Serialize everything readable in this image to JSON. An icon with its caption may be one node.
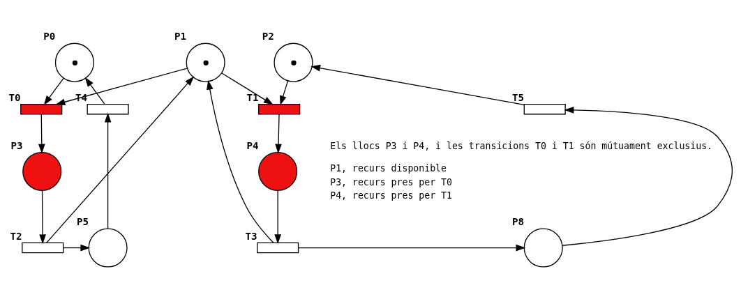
{
  "diagram": {
    "nodes": [
      {
        "text": [],
        "shape": "circle",
        "beside": [
          "P0"
        ]
      },
      {
        "text": [],
        "shape": "circle",
        "beside": [
          "P1"
        ]
      },
      {
        "text": [],
        "shape": "circle",
        "beside": [
          "P2"
        ]
      },
      {
        "text": [],
        "shape": "bar",
        "beside": [
          "T0"
        ]
      },
      {
        "text": [],
        "shape": "bar",
        "beside": [
          "T1"
        ]
      },
      {
        "text": [],
        "shape": "bar",
        "beside": [
          "T4"
        ]
      },
      {
        "text": [],
        "shape": "bar",
        "beside": [
          "T5"
        ]
      },
      {
        "text": [],
        "shape": "circle",
        "beside": [
          "P3"
        ]
      },
      {
        "text": [],
        "shape": "circle",
        "beside": [
          "P4"
        ]
      },
      {
        "text": [],
        "shape": "circle",
        "beside": [
          "P5"
        ]
      },
      {
        "text": [],
        "shape": "bar",
        "beside": [
          "T2"
        ]
      },
      {
        "text": [],
        "shape": "bar",
        "beside": [
          "T3"
        ]
      },
      {
        "text": [],
        "shape": "circle",
        "beside": [
          "P8"
        ]
      }
    ],
    "edges": [
      {
        "from": 0,
        "to": 3,
        "arrow": "to"
      },
      {
        "from": 1,
        "to": 3,
        "arrow": "to"
      },
      {
        "from": 1,
        "to": 4,
        "arrow": "to"
      },
      {
        "from": 2,
        "to": 4,
        "arrow": "to"
      },
      {
        "from": 3,
        "to": 7,
        "arrow": "to"
      },
      {
        "from": 4,
        "to": 8,
        "arrow": "to"
      },
      {
        "from": 7,
        "to": 10,
        "arrow": "to"
      },
      {
        "from": 8,
        "to": 11,
        "arrow": "to"
      },
      {
        "from": 10,
        "to": 9,
        "arrow": "to"
      },
      {
        "from": 10,
        "to": 1,
        "arrow": "to"
      },
      {
        "from": 11,
        "to": 1,
        "arrow": "to"
      },
      {
        "from": 11,
        "to": 12,
        "arrow": "to"
      },
      {
        "from": 9,
        "to": 5,
        "arrow": "to"
      },
      {
        "from": 5,
        "to": 0,
        "arrow": "to"
      },
      {
        "from": 12,
        "to": 6,
        "arrow": "to"
      },
      {
        "from": 6,
        "to": 2,
        "arrow": "to"
      }
    ],
    "labels": [
      "Els llocs P3 i P4, i les transicions T0 i T1 són mútuament exclusius.",
      "P1, recurs disponible",
      "P3, recurs pres per T0",
      "P4, recurs pres per T1"
    ]
  }
}
